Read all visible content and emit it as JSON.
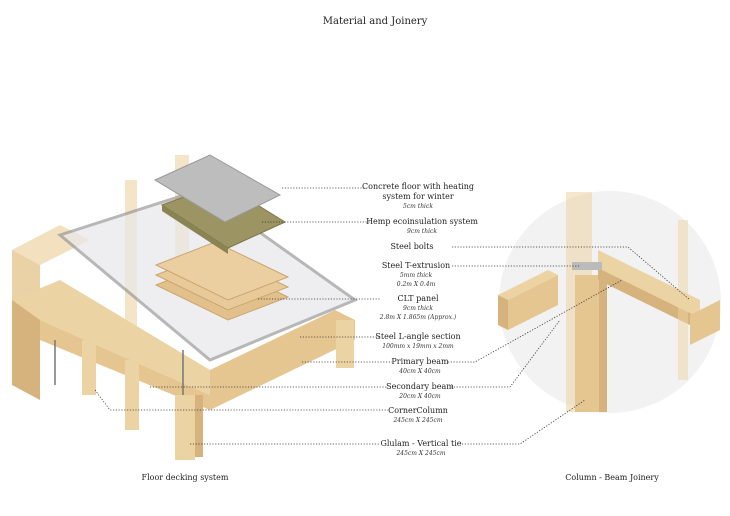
{
  "title": "Material and Joinery",
  "labels": [
    {
      "name": "Concrete floor with heating",
      "name2": "system for winter",
      "spec": "5cm thick"
    },
    {
      "name": "Hemp ecoinsulation system",
      "spec": "9cm thick"
    },
    {
      "name": "Steel bolts"
    },
    {
      "name": "Steel T-extrusion",
      "spec": "5mm thick",
      "spec2": "0.2m X 0.4m"
    },
    {
      "name": "CLT panel",
      "spec": "9cm thick",
      "spec2": "2.8m X 1.865m (Approx.)"
    },
    {
      "name": "Steel L-angle section",
      "spec": "100mm x 19mm x 2mm"
    },
    {
      "name": "Primary beam",
      "spec": "40cm X 40cm"
    },
    {
      "name": "Secondary beam",
      "spec": "20cm X 40cm"
    },
    {
      "name": "CornerColumn",
      "spec": "245cm X 245cm"
    },
    {
      "name": "Glulam - Vertical tie",
      "spec": "245cm X 245cm"
    }
  ],
  "captions": {
    "left": "Floor decking system",
    "right": "Column - Beam Joinery"
  },
  "colors": {
    "wood": "#ecd3a4",
    "wood_dark": "#d6b27c",
    "concrete": "#b9b9b9",
    "hemp": "#9c9462",
    "circle": "#f1f1f1"
  }
}
